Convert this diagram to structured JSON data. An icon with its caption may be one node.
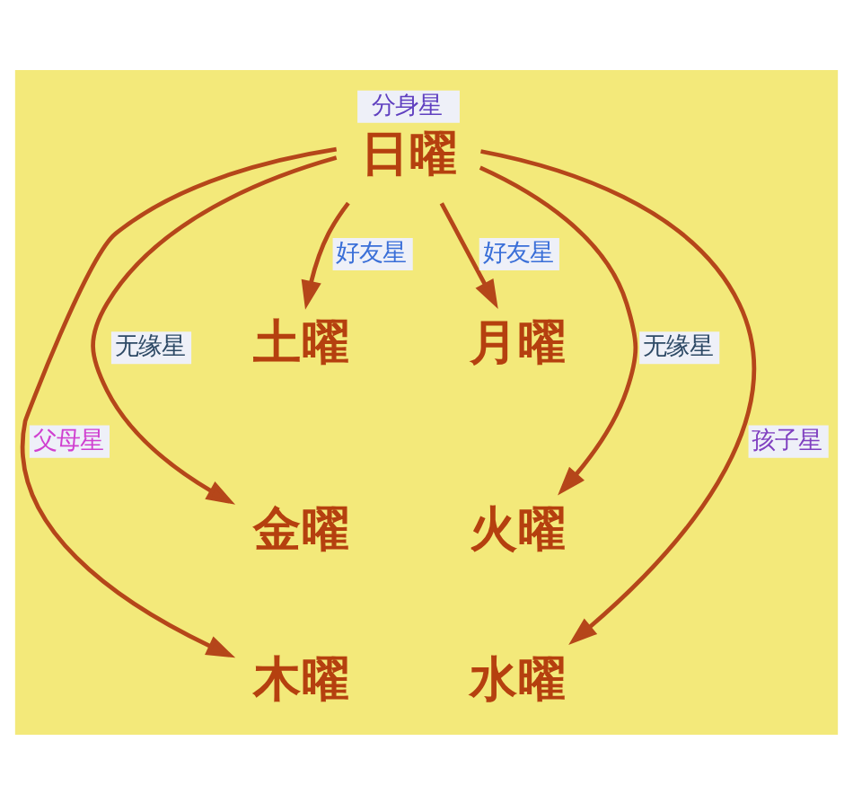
{
  "diagram": {
    "nodes": [
      {
        "text": [
          "分身星",
          "日曜"
        ]
      },
      {
        "text": [
          "土曜"
        ]
      },
      {
        "text": [
          "月曜"
        ]
      },
      {
        "text": [
          "金曜"
        ]
      },
      {
        "text": [
          "火曜"
        ]
      },
      {
        "text": [
          "木曜"
        ]
      },
      {
        "text": [
          "水曜"
        ]
      }
    ],
    "edges": [
      {
        "from": 0,
        "to": 1,
        "arrow": "to",
        "label": "好友星"
      },
      {
        "from": 0,
        "to": 2,
        "arrow": "to",
        "label": "好友星"
      },
      {
        "from": 0,
        "to": 3,
        "arrow": "to",
        "label": "无缘星"
      },
      {
        "from": 0,
        "to": 4,
        "arrow": "to",
        "label": "无缘星"
      },
      {
        "from": 0,
        "to": 5,
        "arrow": "to",
        "label": "父母星"
      },
      {
        "from": 0,
        "to": 6,
        "arrow": "to",
        "label": "孩子星"
      }
    ]
  }
}
